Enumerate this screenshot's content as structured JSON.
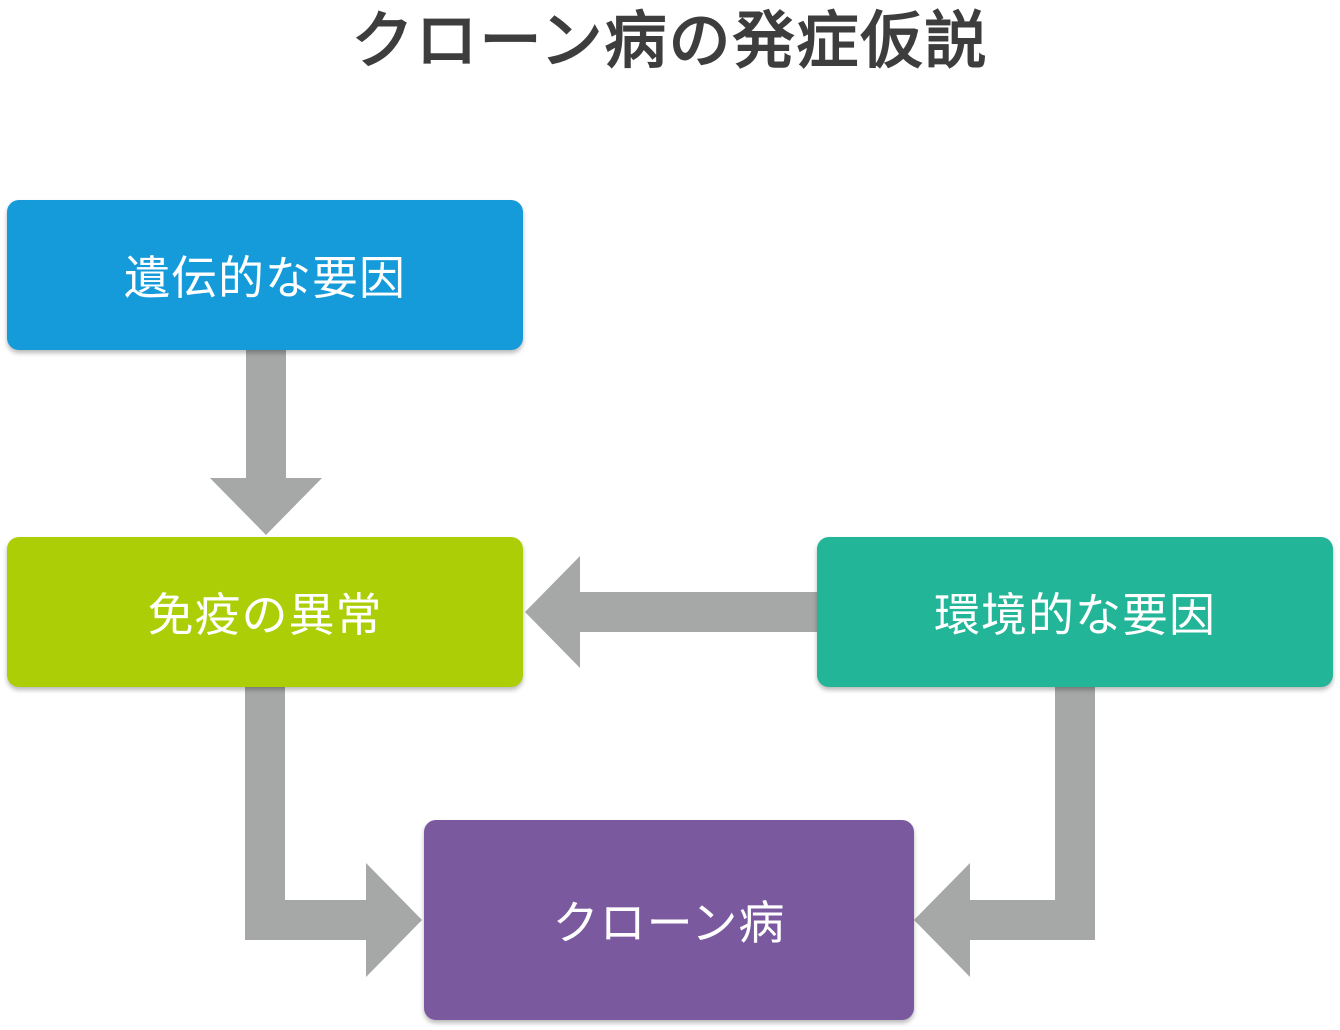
{
  "title": "クローン病の発症仮説",
  "colors": {
    "genetic": "#159bd9",
    "immune": "#acce06",
    "environment": "#23b597",
    "crohn": "#7b599e",
    "arrow": "#a6a7a7",
    "title": "#3d3d3d"
  },
  "nodes": {
    "genetic": "遺伝的な要因",
    "immune": "免疫の異常",
    "environment": "環境的な要因",
    "crohn": "クローン病"
  },
  "edges": [
    {
      "from": "genetic",
      "to": "immune"
    },
    {
      "from": "environment",
      "to": "immune"
    },
    {
      "from": "immune",
      "to": "crohn"
    },
    {
      "from": "environment",
      "to": "crohn"
    }
  ]
}
